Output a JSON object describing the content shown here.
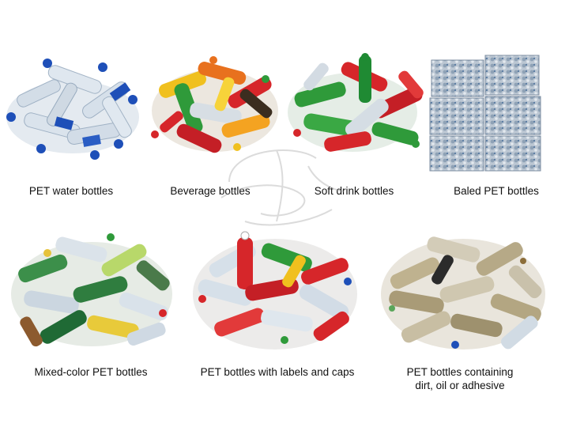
{
  "row1": {
    "items": [
      {
        "caption": "PET water bottles"
      },
      {
        "caption": "Beverage bottles"
      },
      {
        "caption": "Soft drink bottles"
      },
      {
        "caption": "Baled PET bottles"
      }
    ]
  },
  "row2": {
    "items": [
      {
        "caption": "Mixed-color PET bottles"
      },
      {
        "caption": "PET bottles with labels and caps"
      },
      {
        "caption_line1": "PET bottles containing",
        "caption_line2": "dirt, oil or adhesive"
      }
    ]
  },
  "colors": {
    "water_cap": "#1e4fb8",
    "label_red": "#d6262a",
    "label_green": "#2f9a3a",
    "label_yellow": "#f0c01e",
    "clear_bottle": "#cfd9e3",
    "bale": "#b9c4d1",
    "dirty": "#b9ac8a"
  }
}
